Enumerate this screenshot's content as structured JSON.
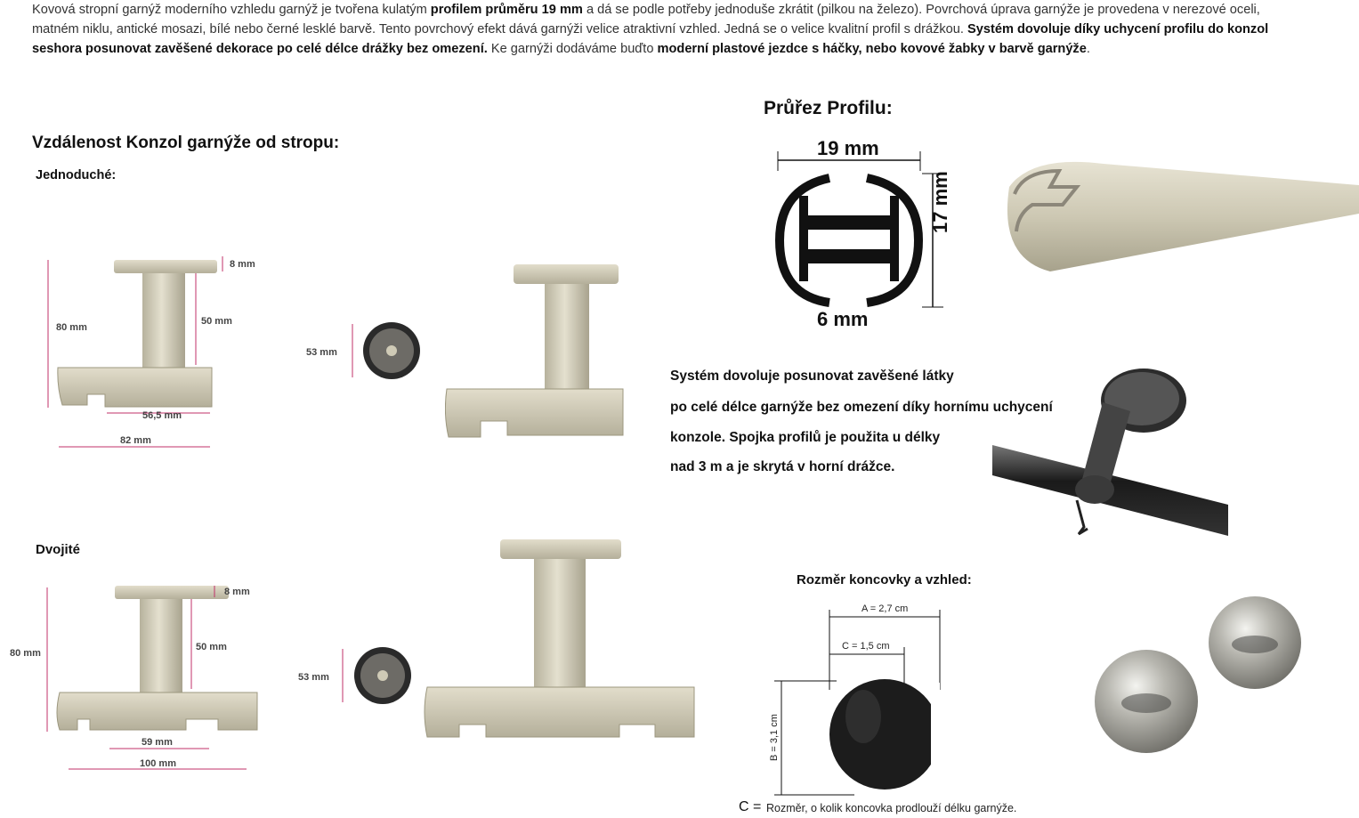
{
  "intro": {
    "p1": "Kovová stropní garnýž moderního vzhledu garnýž je tvořena kulatým ",
    "b1": "profilem průměru 19 mm",
    "p2": " a dá se podle potřeby jednoduše zkrátit (pilkou na železo). Povrchová úprava garnýže je provedena v nerezové oceli, matném niklu, antické mosazi, bílé nebo černé lesklé barvě. Tento povrchový efekt dává garnýži velice atraktivní vzhled. Jedná se o velice kvalitní profil s drážkou. ",
    "b2": "Systém dovoluje díky uchycení profilu do konzol seshora posunovat zavěšené dekorace po celé délce drážky bez omezení.",
    "p3": " Ke garnýži dodáváme buďto ",
    "b3": "moderní plastové jezdce s háčky, nebo kovové žabky v barvě garnýže",
    "p4": "."
  },
  "konzoly": {
    "heading": "Vzdálenost Konzol garnýže od stropu:",
    "single_label": "Jednoduché:",
    "double_label": "Dvojité",
    "single": {
      "d8": "8 mm",
      "d80": "80 mm",
      "d50": "50 mm",
      "d56": "56,5 mm",
      "d82": "82 mm",
      "d53": "53 mm"
    },
    "double": {
      "d8": "8 mm",
      "d80": "80 mm",
      "d50": "50 mm",
      "d59": "59 mm",
      "d100": "100 mm",
      "d53": "53 mm"
    }
  },
  "profil": {
    "heading": "Průřez Profilu:",
    "w": "19 mm",
    "h": "17 mm",
    "gap": "6 mm"
  },
  "system": {
    "line1": "Systém dovoluje posunovat zavěšené látky",
    "line2": "po celé délce garnýže bez omezení díky hornímu uchycení",
    "line3": "konzole. Spojka profilů je použita u délky",
    "line4": " nad 3 m a je skrytá v horní drážce."
  },
  "koncovka": {
    "heading": "Rozměr koncovky a vzhled:",
    "a": "A = 2,7 cm",
    "c": "C = 1,5  cm",
    "b": "B = 3,1 cm",
    "note_c": "C =",
    "note": "Rozměr, o kolik koncovka prodlouží délku garnýže."
  },
  "colors": {
    "metal": "#cfcab6",
    "metal_dark": "#a9a48f",
    "dim_line": "#c0306a",
    "black": "#1a1a1a"
  }
}
